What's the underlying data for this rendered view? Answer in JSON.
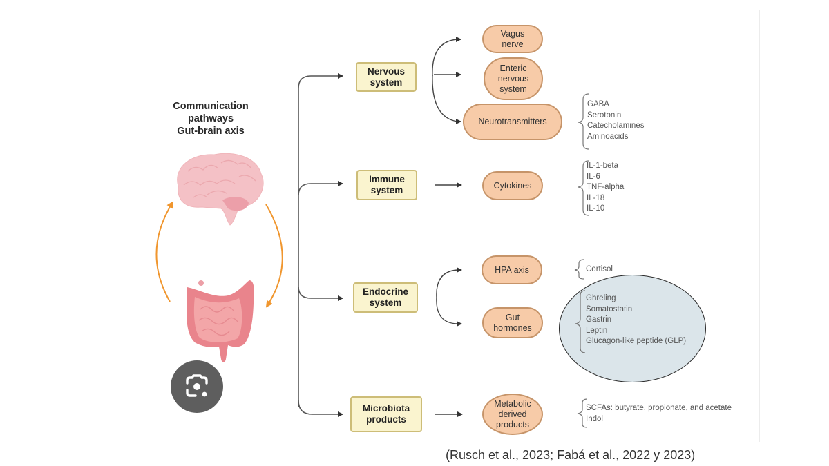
{
  "title": {
    "lines": [
      "Communication",
      "pathways",
      "Gut-brain axis"
    ]
  },
  "organs": {
    "brain": "brain-illustration",
    "gut": "intestine-illustration",
    "cycle_arrow_color": "#f0962e"
  },
  "systems": [
    {
      "lines": [
        "Nervous",
        "system"
      ],
      "outputs": [
        {
          "lines": [
            "Vagus",
            "nerve"
          ]
        },
        {
          "lines": [
            "Enteric",
            "nervous",
            "system"
          ]
        },
        {
          "lines": [
            "Neurotransmitters"
          ],
          "items": [
            "GABA",
            "Serotonin",
            "Catecholamines",
            "Aminoacids"
          ]
        }
      ]
    },
    {
      "lines": [
        "Immune",
        "system"
      ],
      "outputs": [
        {
          "lines": [
            "Cytokines"
          ],
          "items": [
            "IL-1-beta",
            "IL-6",
            "TNF-alpha",
            "IL-18",
            "IL-10"
          ]
        }
      ]
    },
    {
      "lines": [
        "Endocrine",
        "system"
      ],
      "outputs": [
        {
          "lines": [
            "HPA axis"
          ],
          "items": [
            "Cortisol"
          ]
        },
        {
          "lines": [
            "Gut",
            "hormones"
          ],
          "items": [
            "Ghreling",
            "Somatostatin",
            "Gastrin",
            "Leptin",
            "Glucagon-like peptide (GLP)"
          ],
          "highlighted": true
        }
      ]
    },
    {
      "lines": [
        "Microbiota",
        "products"
      ],
      "outputs": [
        {
          "lines": [
            "Metabolic",
            "derived",
            "products"
          ],
          "items": [
            "SCFAs: butyrate, propionate, and acetate",
            "Indol"
          ]
        }
      ]
    }
  ],
  "citation": "(Rusch et al., 2023; Fabá et al., 2022 y 2023)",
  "colors": {
    "system_box_fill": "#faf4cf",
    "system_box_border": "#cdbd78",
    "pill_fill": "#f7cba8",
    "pill_border": "#c69469",
    "highlight_fill": "#dbe5ea",
    "lens_button": "#5e5e5e"
  },
  "overlay": {
    "lens_button_icon": "visual-search-camera-icon"
  }
}
